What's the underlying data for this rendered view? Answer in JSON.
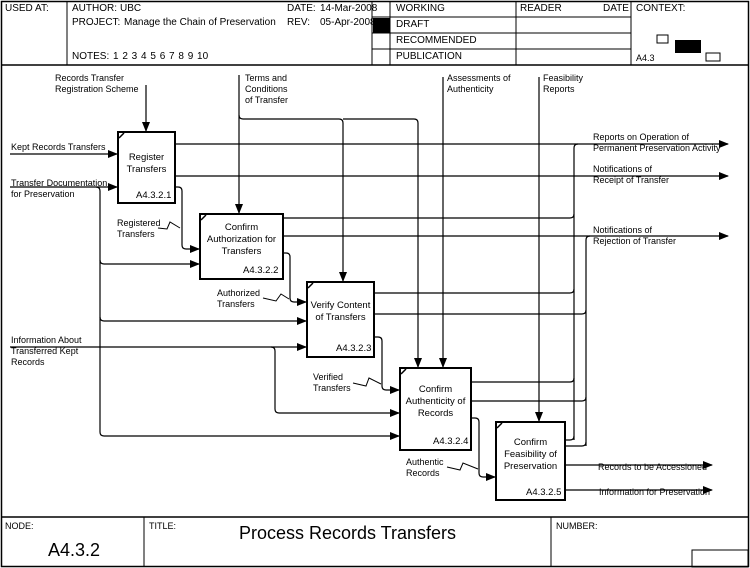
{
  "header": {
    "used_at_label": "USED AT:",
    "author_label": "AUTHOR:",
    "author": "UBC",
    "project_label": "PROJECT:",
    "project": "Manage the Chain of Preservation",
    "date_label": "DATE:",
    "date": "14-Mar-2008",
    "rev_label": "REV:",
    "rev": "05-Apr-2008",
    "notes_label": "NOTES:",
    "notes": "1  2  3  4  5  6  7  8  9  10",
    "status_rows": [
      {
        "label": "WORKING",
        "selected": false
      },
      {
        "label": "DRAFT",
        "selected": true
      },
      {
        "label": "RECOMMENDED",
        "selected": false
      },
      {
        "label": "PUBLICATION",
        "selected": false
      }
    ],
    "reader_label": "READER",
    "reader_date_label": "DATE",
    "context_label": "CONTEXT:",
    "context_node": "A4.3"
  },
  "activities": [
    {
      "id": "A4.3.2.1",
      "lines": [
        "Register",
        "Transfers"
      ]
    },
    {
      "id": "A4.3.2.2",
      "lines": [
        "Confirm",
        "Authorization for",
        "Transfers"
      ]
    },
    {
      "id": "A4.3.2.3",
      "lines": [
        "Verify Content",
        "of Transfers"
      ]
    },
    {
      "id": "A4.3.2.4",
      "lines": [
        "Confirm",
        "Authenticity of",
        "Records"
      ]
    },
    {
      "id": "A4.3.2.5",
      "lines": [
        "Confirm",
        "Feasibility of",
        "Preservation"
      ]
    }
  ],
  "inputs": {
    "kept_records": "Kept Records Transfers",
    "transfer_doc": [
      "Transfer Documentation",
      "for Preservation"
    ],
    "info_about": [
      "Information About",
      "Transferred Kept",
      "Records"
    ]
  },
  "controls": {
    "registration_scheme": [
      "Records Transfer",
      "Registration Scheme"
    ],
    "terms": [
      "Terms and",
      "Conditions",
      "of Transfer"
    ],
    "assessments": [
      "Assessments of",
      "Authenticity"
    ],
    "feasibility": [
      "Feasibility",
      "Reports"
    ]
  },
  "outputs": {
    "reports_operation": [
      "Reports on Operation of",
      "Permanent Preservation Activity"
    ],
    "receipt": [
      "Notifications of",
      "Receipt of Transfer"
    ],
    "rejection": [
      "Notifications of",
      "Rejection of Transfer"
    ],
    "to_accession": "Records to be Accessioned",
    "info_preservation": "Information for Preservation"
  },
  "internal": {
    "registered": [
      "Registered",
      "Transfers"
    ],
    "authorized": [
      "Authorized",
      "Transfers"
    ],
    "verified": [
      "Verified",
      "Transfers"
    ],
    "authentic": [
      "Authentic",
      "Records"
    ]
  },
  "footer": {
    "node_label": "NODE:",
    "node": "A4.3.2",
    "title_label": "TITLE:",
    "title": "Process Records Transfers",
    "number_label": "NUMBER:"
  }
}
